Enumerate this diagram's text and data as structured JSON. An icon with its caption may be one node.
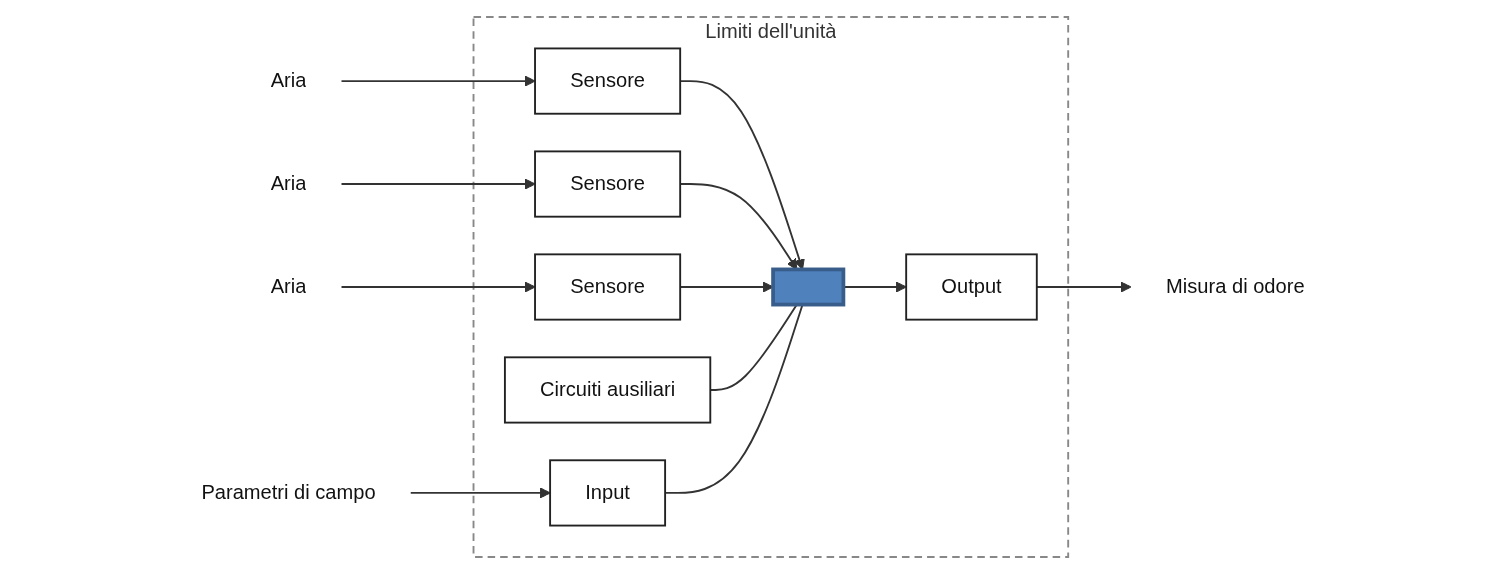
{
  "diagram": {
    "nodes": [
      {
        "text": [
          "Limiti dell'unità"
        ]
      },
      {
        "text": [
          "Aria"
        ]
      },
      {
        "text": [
          "Sensore"
        ],
        "in": 0
      },
      {
        "text": [
          "Aria"
        ]
      },
      {
        "text": [
          "Sensore"
        ],
        "in": 0
      },
      {
        "text": [
          "Aria"
        ]
      },
      {
        "text": [
          "Sensore"
        ],
        "in": 0
      },
      {
        "text": [
          "Circuiti ausiliari"
        ],
        "in": 0
      },
      {
        "text": [],
        "shape": "box",
        "in": 0
      },
      {
        "text": [
          "Output"
        ],
        "in": 0
      },
      {
        "text": [
          "Misura di odore"
        ]
      },
      {
        "text": [
          "Input"
        ],
        "in": 0
      },
      {
        "text": [
          "Parametri di campo"
        ]
      }
    ],
    "edges": [
      {
        "from": 1,
        "to": 2,
        "arrow": "to"
      },
      {
        "from": 3,
        "to": 4,
        "arrow": "to"
      },
      {
        "from": 5,
        "to": 6,
        "arrow": "to"
      },
      {
        "from": 2,
        "to": 8,
        "arrow": "to"
      },
      {
        "from": 4,
        "to": 8,
        "arrow": "to"
      },
      {
        "from": 6,
        "to": 8,
        "arrow": "to"
      },
      {
        "from": 7,
        "to": 8,
        "arrow": "none"
      },
      {
        "from": 8,
        "to": 9,
        "arrow": "to"
      },
      {
        "from": 9,
        "to": 10,
        "arrow": "to"
      },
      {
        "from": 11,
        "to": 8,
        "arrow": "none"
      },
      {
        "from": 12,
        "to": 11,
        "arrow": "to"
      }
    ]
  }
}
